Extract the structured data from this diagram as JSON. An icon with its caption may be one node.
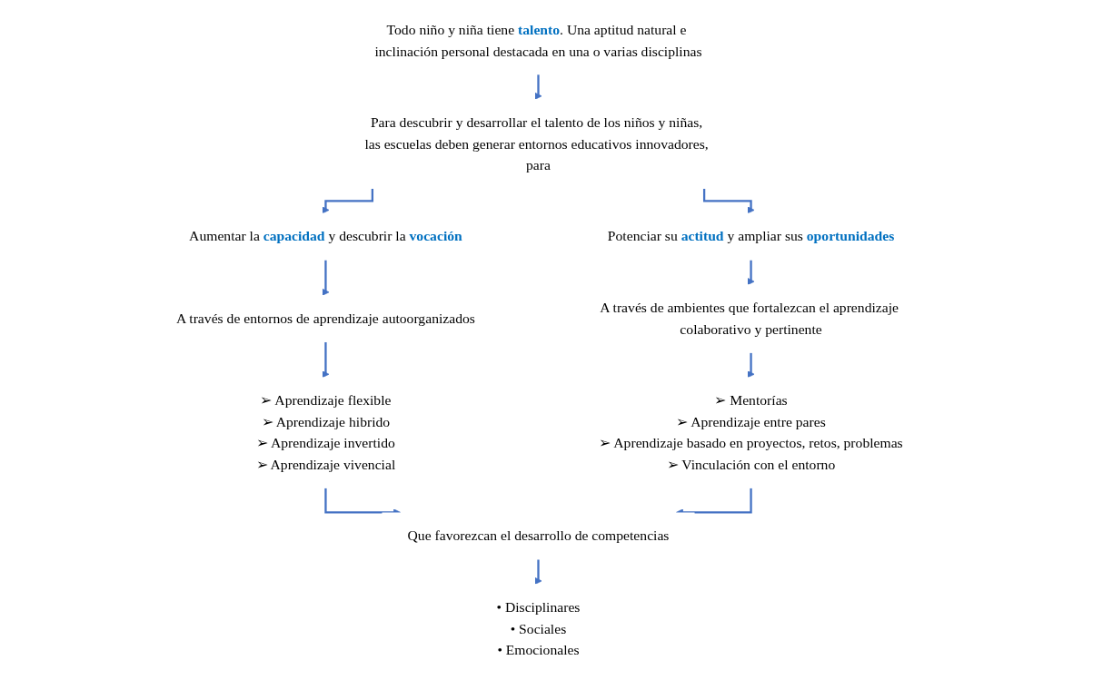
{
  "diagram": {
    "nodes": [
      {
        "text": [
          "Todo niño y niña tiene **talento**. Una aptitud natural e inclinación personal destacada en una o varias disciplinas"
        ]
      },
      {
        "text": [
          "Para descubrir y desarrollar el talento de los niños y niñas, las escuelas deben generar entornos educativos innovadores, para"
        ]
      },
      {
        "text": [
          "Aumentar la **capacidad** y descubrir la **vocación**"
        ]
      },
      {
        "text": [
          "Potenciar su **actitud** y ampliar sus **oportunidades**"
        ]
      },
      {
        "text": [
          "A través de entornos de aprendizaje autoorganizados"
        ]
      },
      {
        "text": [
          "A través de ambientes que fortalezcan el aprendizaje colaborativo y pertinente"
        ]
      },
      {
        "text": [
          "➢ Aprendizaje flexible",
          "➢ Aprendizaje hibrido",
          "➢ Aprendizaje invertido",
          "➢ Aprendizaje vivencial"
        ]
      },
      {
        "text": [
          "➢ Mentorías",
          "➢ Aprendizaje entre pares",
          "➢ Aprendizaje basado en proyectos, retos, problemas",
          "➢ Vinculación con el entorno"
        ]
      },
      {
        "text": [
          "Que favorezcan el desarrollo de competencias"
        ]
      },
      {
        "text": [
          "• Disciplinares",
          "• Sociales",
          "• Emocionales"
        ]
      }
    ],
    "edges": [
      {
        "from": 0,
        "to": 1,
        "arrow": "to"
      },
      {
        "from": 1,
        "to": 2,
        "arrow": "to"
      },
      {
        "from": 1,
        "to": 3,
        "arrow": "to"
      },
      {
        "from": 2,
        "to": 4,
        "arrow": "to"
      },
      {
        "from": 3,
        "to": 5,
        "arrow": "to"
      },
      {
        "from": 4,
        "to": 6,
        "arrow": "to"
      },
      {
        "from": 5,
        "to": 7,
        "arrow": "to"
      },
      {
        "from": 6,
        "to": 8,
        "arrow": "to"
      },
      {
        "from": 7,
        "to": 8,
        "arrow": "to"
      },
      {
        "from": 8,
        "to": 9,
        "arrow": "to"
      }
    ]
  }
}
